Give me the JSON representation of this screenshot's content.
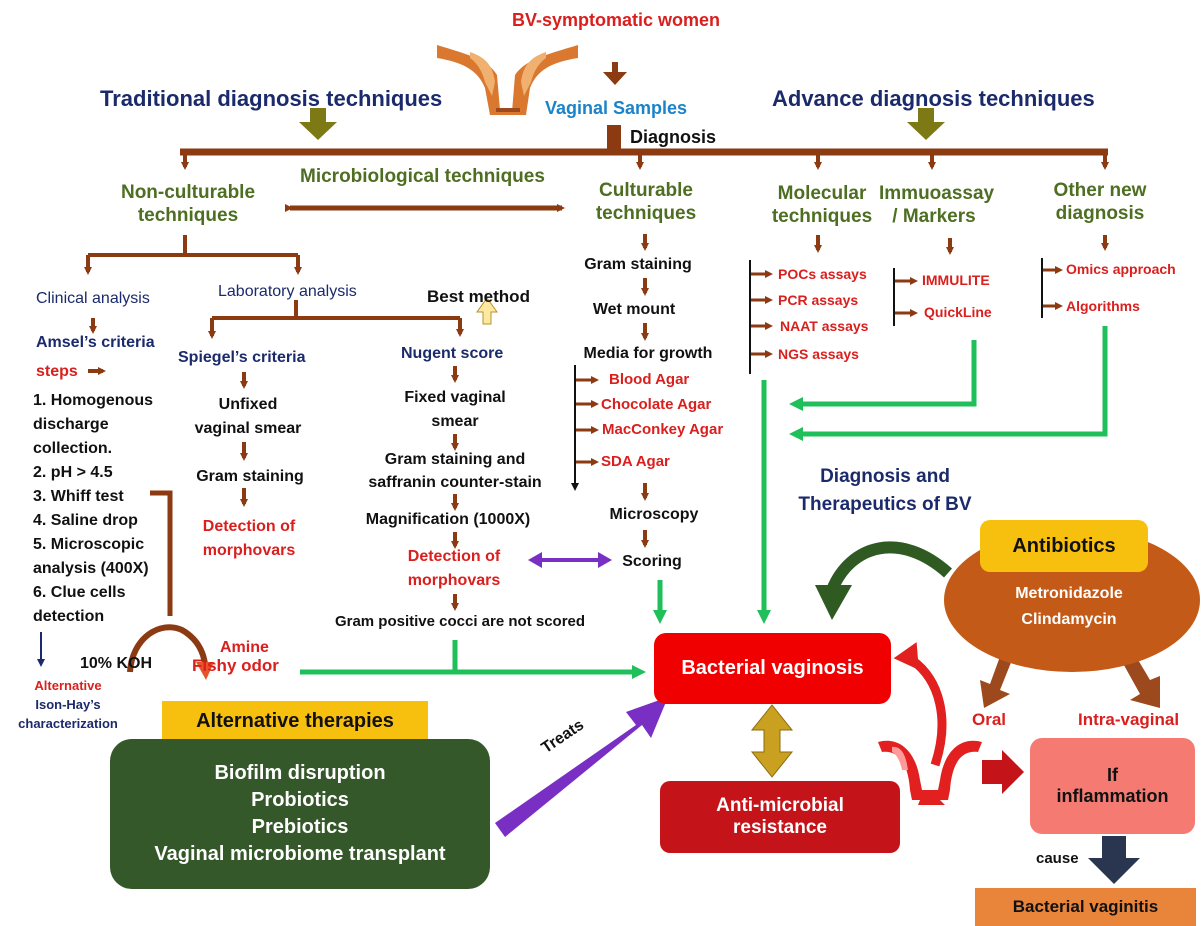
{
  "top": {
    "patient": "BV-symptomatic women",
    "samples": "Vaginal Samples",
    "diagnosis": "Diagnosis",
    "traditional": "Traditional diagnosis techniques",
    "advance": "Advance diagnosis techniques"
  },
  "categories": {
    "non_culturable": "Non-culturable techniques",
    "microbiological": "Microbiological techniques",
    "culturable": "Culturable techniques",
    "molecular": "Molecular techniques",
    "immunoassay": "Immuoassay / Markers",
    "other_new": "Other new diagnosis"
  },
  "clinical": {
    "title": "Clinical analysis",
    "amsel": "Amsel’s criteria",
    "steps_label": "steps",
    "steps": [
      "1. Homogenous",
      "discharge",
      "collection.",
      "2. pH > 4.5",
      "3. Whiff test",
      "4. Saline drop",
      "5. Microscopic",
      "analysis (400X)",
      "6. Clue cells",
      "detection"
    ],
    "koh": "10% KOH",
    "amine": "Amine",
    "fishy": "Fishy odor",
    "alternative": "Alternative",
    "ison_hay": "Ison-Hay’s",
    "characterization": "characterization"
  },
  "laboratory": {
    "title": "Laboratory analysis",
    "best_method": "Best method",
    "spiegel": "Spiegel’s criteria",
    "unfixed_1": "Unfixed",
    "unfixed_2": "vaginal smear",
    "gram": "Gram staining",
    "detection_1": "Detection of",
    "detection_2": "morphovars",
    "nugent": "Nugent score",
    "fixed_1": "Fixed vaginal",
    "fixed_2": "smear",
    "saffranin_1": "Gram staining and",
    "saffranin_2": "saffranin counter-stain",
    "magnification": "Magnification (1000X)",
    "nugent_detection_1": "Detection of",
    "nugent_detection_2": "morphovars",
    "cocci": "Gram positive cocci are not scored"
  },
  "culturable_steps": {
    "gram": "Gram staining",
    "wet": "Wet mount",
    "media": "Media for growth",
    "agars": [
      "Blood Agar",
      "Chocolate Agar",
      "MacConkey Agar",
      "SDA Agar"
    ],
    "microscopy": "Microscopy",
    "scoring": "Scoring"
  },
  "molecular_items": [
    "POCs assays",
    "PCR assays",
    "NAAT assays",
    "NGS assays"
  ],
  "immuno_items": [
    "IMMULITE",
    "QuickLine"
  ],
  "other_items": [
    "Omics approach",
    "Algorithms"
  ],
  "therapeutics": {
    "title_1": "Diagnosis and",
    "title_2": "Therapeutics of BV",
    "antibiotics": "Antibiotics",
    "drug_1": "Metronidazole",
    "drug_2": "Clindamycin",
    "bv": "Bacterial vaginosis",
    "amr_1": "Anti-microbial",
    "amr_2": "resistance",
    "oral": "Oral",
    "intra": "Intra-vaginal",
    "if_1": "If",
    "if_2": "inflammation",
    "cause": "cause",
    "vaginitis": "Bacterial vaginitis",
    "treats": "Treats",
    "alt_title": "Alternative therapies",
    "alt_items": [
      "Biofilm disruption",
      "Probiotics",
      "Prebiotics",
      "Vaginal microbiome transplant"
    ]
  },
  "colors": {
    "tree_brown": "#8b3a12",
    "olive_arrow": "#7d7a16",
    "green_flow": "#1fbf5a",
    "purple": "#7a2fc4",
    "bv_red": "#f00000",
    "amr_red": "#c4141a",
    "antibiotic_orange": "#c45a18",
    "gold": "#f8c00e",
    "alt_green": "#35582a",
    "inflammation_pink": "#f47a72",
    "vaginitis_orange": "#e9853b"
  }
}
